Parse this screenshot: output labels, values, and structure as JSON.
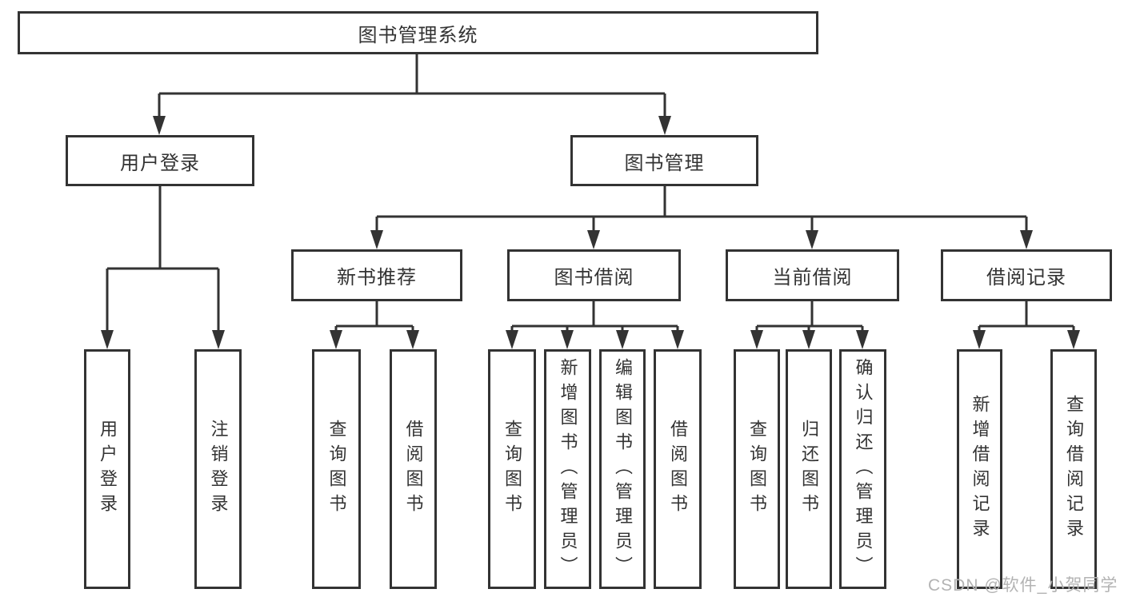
{
  "nodes": {
    "root": "图书管理系统",
    "user_login": "用户登录",
    "book_management": "图书管理",
    "new_book_recommend": "新书推荐",
    "book_borrow": "图书借阅",
    "current_borrow": "当前借阅",
    "borrow_records": "借阅记录",
    "ul_user_login": "用户登录",
    "ul_logout": "注销登录",
    "nb_query_books": "查询图书",
    "nb_borrow_books": "借阅图书",
    "bb_query_books": "查询图书",
    "bb_add_books": "新增图书（管理员）",
    "bb_edit_books": "编辑图书（管理员）",
    "bb_borrow_books": "借阅图书",
    "cb_query_books": "查询图书",
    "cb_return_books": "归还图书",
    "cb_confirm_return": "确认归还（管理员）",
    "br_add_record": "新增借阅记录",
    "br_query_record": "查询借阅记录"
  },
  "watermark": {
    "text": "CSDN @软件_小贺同学"
  },
  "colors": {
    "line": "#333333",
    "text": "#333333",
    "watermark": "#b3b3b3",
    "background": "#ffffff"
  }
}
